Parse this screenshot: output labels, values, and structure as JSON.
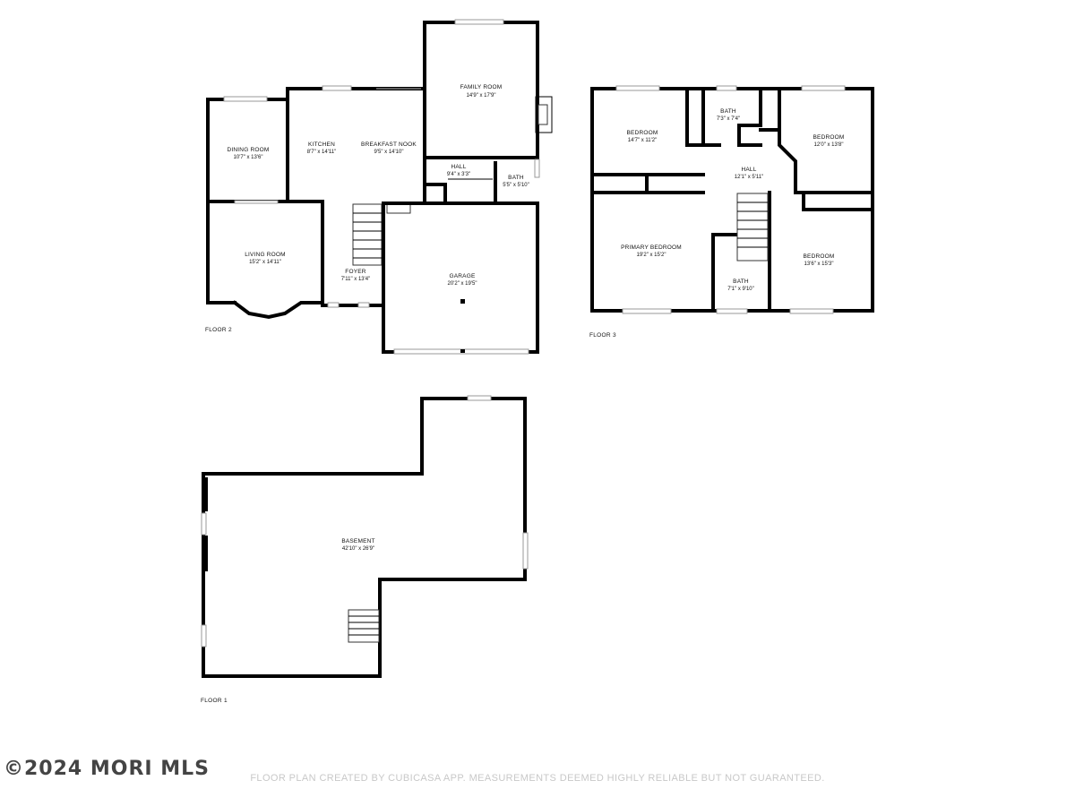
{
  "floors": {
    "floor2": {
      "label": "FLOOR 2",
      "rooms": {
        "family": {
          "name": "FAMILY ROOM",
          "dim": "14'9\" x 17'9\""
        },
        "dining": {
          "name": "DINING ROOM",
          "dim": "10'7\" x 13'6\""
        },
        "kitchen": {
          "name": "KITCHEN",
          "dim": "8'7\" x 14'11\""
        },
        "nook": {
          "name": "BREAKFAST NOOK",
          "dim": "9'5\" x 14'10\""
        },
        "hall": {
          "name": "HALL",
          "dim": "9'4\" x 3'3\""
        },
        "bath": {
          "name": "BATH",
          "dim": "5'5\" x 5'10\""
        },
        "living": {
          "name": "LIVING ROOM",
          "dim": "15'2\" x 14'11\""
        },
        "foyer": {
          "name": "FOYER",
          "dim": "7'11\" x 13'4\""
        },
        "garage": {
          "name": "GARAGE",
          "dim": "20'2\" x 19'5\""
        }
      }
    },
    "floor3": {
      "label": "FLOOR 3",
      "rooms": {
        "bedroom1": {
          "name": "BEDROOM",
          "dim": "14'7\" x 11'2\""
        },
        "bath1": {
          "name": "BATH",
          "dim": "7'3\" x 7'4\""
        },
        "bedroom2": {
          "name": "BEDROOM",
          "dim": "12'0\" x 13'8\""
        },
        "hall": {
          "name": "HALL",
          "dim": "12'1\" x 5'11\""
        },
        "primary": {
          "name": "PRIMARY BEDROOM",
          "dim": "19'2\" x 15'2\""
        },
        "bath2": {
          "name": "BATH",
          "dim": "7'1\" x 9'10\""
        },
        "bedroom3": {
          "name": "BEDROOM",
          "dim": "13'6\" x 15'3\""
        }
      }
    },
    "floor1": {
      "label": "FLOOR 1",
      "rooms": {
        "basement": {
          "name": "BASEMENT",
          "dim": "42'10\" x 26'9\""
        }
      }
    }
  },
  "footer": {
    "copyright": "©2024 MORI MLS",
    "disclaimer": "FLOOR PLAN CREATED BY CUBICASA APP. MEASUREMENTS DEEMED HIGHLY RELIABLE BUT NOT GUARANTEED."
  }
}
